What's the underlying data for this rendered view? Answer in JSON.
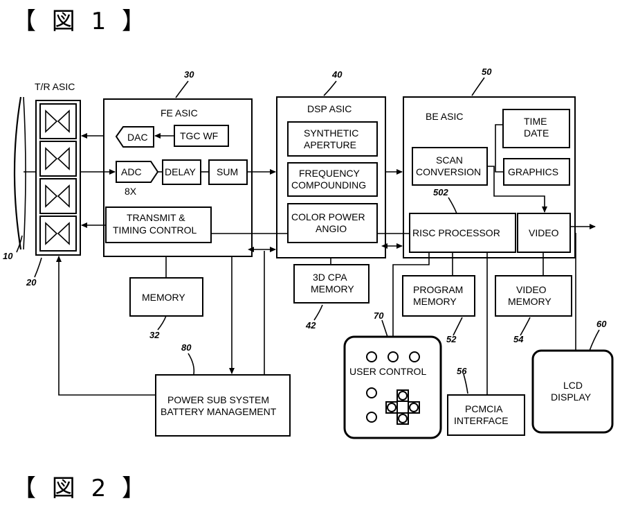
{
  "figure_titles": {
    "fig1": "【 図 1 】",
    "fig2": "【 図 2 】"
  },
  "blocks": {
    "tr_asic": "T/R ASIC",
    "fe_asic": "FE ASIC",
    "dac": "DAC",
    "tgc_wf": "TGC WF",
    "adc": "ADC",
    "adc_rate": "8X",
    "delay": "DELAY",
    "sum": "SUM",
    "transmit_line1": "TRANSMIT &",
    "transmit_line2": "TIMING CONTROL",
    "memory": "MEMORY",
    "dsp_asic": "DSP ASIC",
    "synth_line1": "SYNTHETIC",
    "synth_line2": "APERTURE",
    "freq_line1": "FREQUENCY",
    "freq_line2": "COMPOUNDING",
    "cpa_line1": "COLOR POWER",
    "cpa_line2": "ANGIO",
    "cpa3d_line1": "3D CPA",
    "cpa3d_line2": "MEMORY",
    "be_asic": "BE ASIC",
    "time_line1": "TIME",
    "time_line2": "DATE",
    "scan_line1": "SCAN",
    "scan_line2": "CONVERSION",
    "graphics": "GRAPHICS",
    "risc": "RISC PROCESSOR",
    "video": "VIDEO",
    "prog_line1": "PROGRAM",
    "prog_line2": "MEMORY",
    "vmem_line1": "VIDEO",
    "vmem_line2": "MEMORY",
    "user_control": "USER CONTROL",
    "pcmcia_line1": "PCMCIA",
    "pcmcia_line2": "INTERFACE",
    "lcd_line1": "LCD",
    "lcd_line2": "DISPLAY",
    "power_line1": "POWER SUB SYSTEM",
    "power_line2": "BATTERY MANAGEMENT"
  },
  "reference_numerals": {
    "r10": "10",
    "r20": "20",
    "r30": "30",
    "r32": "32",
    "r40": "40",
    "r42": "42",
    "r50": "50",
    "r502": "502",
    "r52": "52",
    "r54": "54",
    "r56": "56",
    "r60": "60",
    "r70": "70",
    "r80": "80"
  }
}
